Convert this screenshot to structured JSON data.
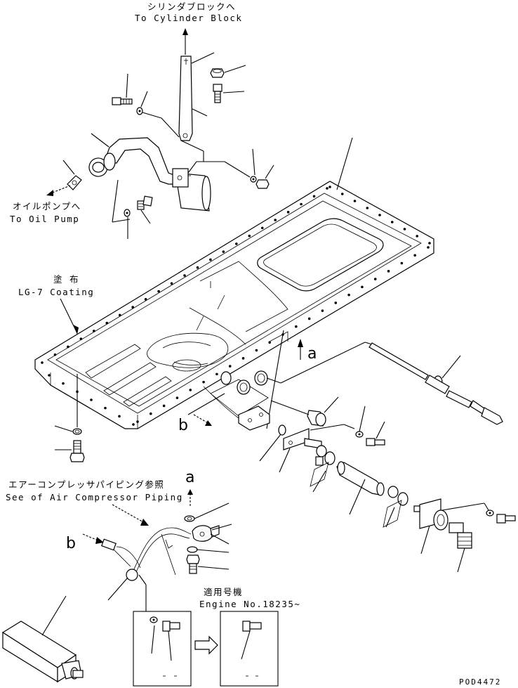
{
  "labels": {
    "to_cylinder_block_jp": "シリンダブロックへ",
    "to_cylinder_block_en": "To Cylinder Block",
    "to_oil_pump_jp": "オイルポンプへ",
    "to_oil_pump_en": "To Oil Pump",
    "coating_jp": "塗 布",
    "coating_en": "LG-7 Coating",
    "air_compressor_jp": "エアーコンプレッサパイピング参照",
    "air_compressor_en": "See of Air Compressor Piping",
    "applicable_jp": "適用号機",
    "applicable_en": "Engine No.18235~",
    "ref_a_top": "a",
    "ref_a_bottom": "a",
    "ref_b_top": "b",
    "ref_b_bottom": "b",
    "drawing_id": "POD4472"
  }
}
